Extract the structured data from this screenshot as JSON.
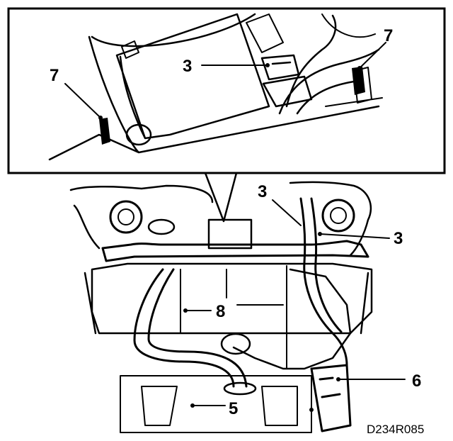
{
  "figure": {
    "reference_code": "D234R085",
    "callouts": {
      "inset_left_7": "7",
      "inset_right_7": "7",
      "inset_3": "3",
      "main_3_upper": "3",
      "main_3_right": "3",
      "label_8": "8",
      "label_6": "6",
      "label_5": "5"
    },
    "colors": {
      "ink": "#000000",
      "paper": "#ffffff"
    }
  }
}
